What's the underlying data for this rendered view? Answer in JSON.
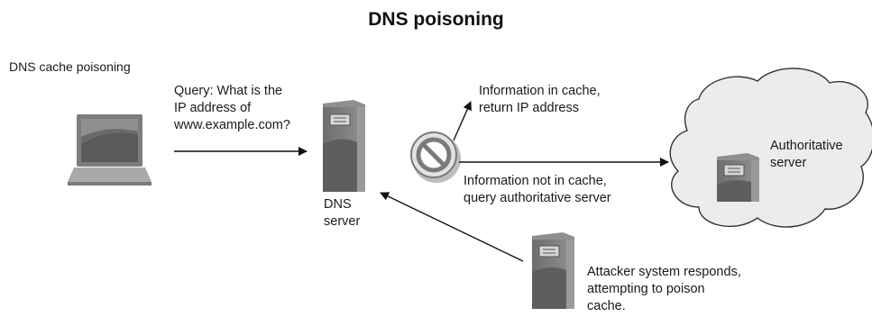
{
  "title": "DNS poisoning",
  "subtitle": "DNS cache poisoning",
  "labels": {
    "query": [
      "Query: What is the",
      "IP address of",
      "www.example.com?"
    ],
    "in_cache": [
      "Information in cache,",
      "return IP address"
    ],
    "not_in_cache": [
      "Information not in cache,",
      "query authoritative server"
    ],
    "dns_server": [
      "DNS",
      "server"
    ],
    "authoritative": [
      "Authoritative",
      "server"
    ],
    "attacker": [
      "Attacker system responds,",
      "attempting to poison",
      "cache."
    ]
  }
}
